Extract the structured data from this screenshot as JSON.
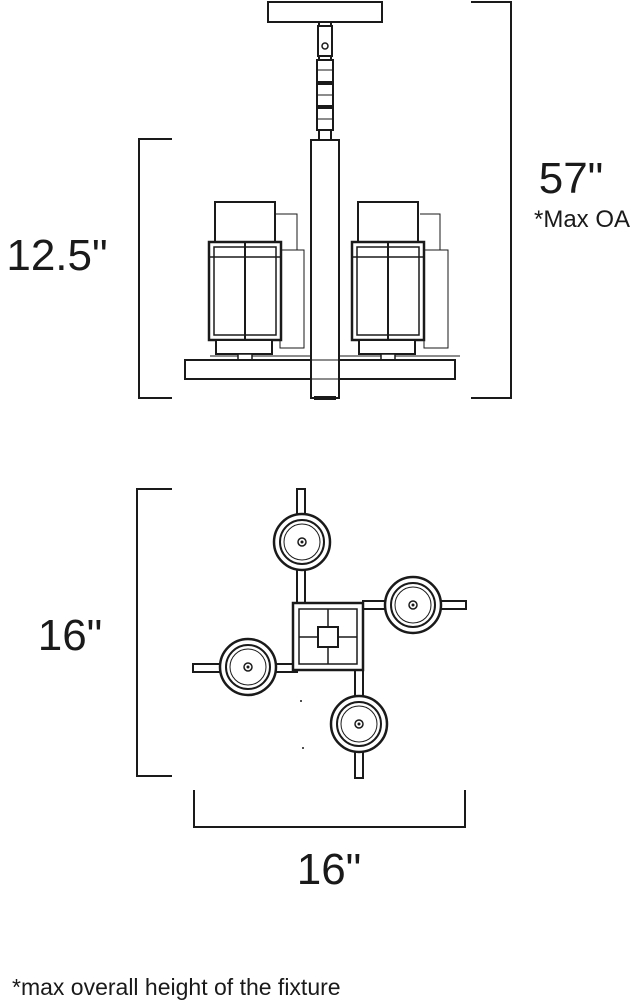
{
  "dimensions": {
    "overall_height": "57\"",
    "overall_height_note": "*Max OA",
    "fixture_height": "12.5\"",
    "top_view_depth": "16\"",
    "top_view_width": "16\""
  },
  "footnote": "*max overall height of the fixture",
  "colors": {
    "line": "#1a1a1a",
    "background": "#ffffff"
  }
}
